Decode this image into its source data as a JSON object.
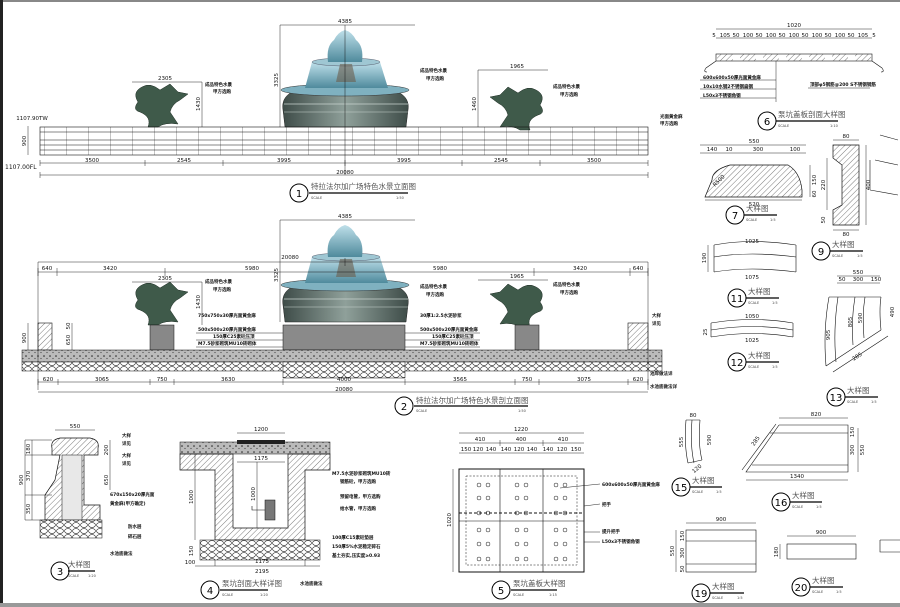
{
  "colors": {
    "water": "#6fa7b8",
    "stone": "#6d7d78",
    "fish": "#3f5a4a",
    "line": "#111111"
  },
  "elevation": {
    "title": "特拉法尔加广场特色水景立面图",
    "number": "1",
    "scale_label": "SCALE",
    "scale": "1:50",
    "dims_bottom": [
      "3500",
      "2545",
      "3995",
      "3995",
      "2545",
      "3500"
    ],
    "total": "20080",
    "fountain_width": "4385",
    "fountain_height": "3325",
    "fish_left_width": "2305",
    "fish_left_height": "1430",
    "fish_right_width": "1965",
    "fish_right_height": "1460",
    "level_top": "1107.90TW",
    "level_floor": "1107.00FL",
    "wall_height": "900",
    "callout_1": "成品特色水景",
    "callout_2": "甲方选购",
    "edge_note_1": "光面黄金麻",
    "edge_note_2": "甲方选购"
  },
  "section": {
    "title": "特拉法尔加广场特色水景剖立面图",
    "number": "2",
    "scale_label": "SCALE",
    "scale": "1:50",
    "dims_top": [
      "640",
      "3420",
      "5980",
      "5980",
      "3420",
      "640"
    ],
    "total_top": "20080",
    "fountain_width": "4385",
    "fountain_height": "3325",
    "fish_width": "2305",
    "fish_height": "1430",
    "fish_right_width": "1965",
    "wall_height": "900",
    "pier_height": "650",
    "pier_top": "50",
    "dims_bottom": [
      "620",
      "3065",
      "750",
      "3630",
      "4000",
      "3565",
      "750",
      "3075",
      "620"
    ],
    "total_bottom": "20080",
    "notes_left": [
      "750x750x30厚光面黄金麻",
      "500x500x20厚光面黄金麻",
      "150厚C25素砼压顶",
      "M7.5砂浆砌筑MU10砖砌体"
    ],
    "notes_right": [
      "30厚1:2.5水泥砂浆",
      "500x500x20厚光面黄金麻",
      "150厚C25素砼压顶",
      "M7.5砂浆砌筑MU10砖砌体"
    ],
    "callout_1": "成品特色水景",
    "callout_2": "甲方选购",
    "ref_1": "大样",
    "ref_2": "详见",
    "floor_note_1": "池岸做法详",
    "floor_note_2": "水池底做法详"
  },
  "detail3": {
    "title": "大样图",
    "number": "3",
    "scale_label": "SCALE",
    "scale": "1:20",
    "dims": [
      "550",
      "180",
      "370",
      "350",
      "900",
      "200",
      "650"
    ],
    "notes": [
      "670x150x20厚光面",
      "黄金麻(甲方确定)",
      "防水层",
      "碎石层",
      "水池底做法"
    ],
    "ref": "大样",
    "ref2": "详见"
  },
  "detail4": {
    "title": "泵坑剖面大样详图",
    "number": "4",
    "scale_label": "SCALE",
    "scale": "1:20",
    "dims": [
      "1200",
      "1175",
      "1000",
      "1000",
      "150",
      "100",
      "2195",
      "1175"
    ],
    "notes": [
      "M7.5水泥砂浆砌筑MU10砖",
      "钢筋砼，甲方选购",
      "预留电管，甲方选购",
      "给水管，甲方选购",
      "100厚C15素砼垫层",
      "150厚5%水泥稳定碎石",
      "基土夯实,压实度≥0.93",
      "水池底做法"
    ]
  },
  "detail5": {
    "title": "泵坑盖板大样图",
    "number": "5",
    "scale_label": "SCALE",
    "scale": "1:15",
    "dims": [
      "1220",
      "410",
      "400",
      "410",
      "150",
      "120",
      "140",
      "140",
      "120",
      "140",
      "140",
      "120",
      "150",
      "1020"
    ],
    "notes": [
      "600x600x50厚光面黄金麻",
      "把手",
      "提升把手",
      "L50x3不锈钢角钢"
    ]
  },
  "detail6": {
    "title": "泵坑盖板剖面大样图",
    "number": "6",
    "scale_label": "SCALE",
    "scale": "1:10",
    "dims": [
      "1020",
      "5",
      "105",
      "50",
      "100",
      "50",
      "100",
      "50",
      "100",
      "50",
      "100",
      "50",
      "100",
      "50",
      "105",
      "5"
    ],
    "notes": [
      "600x600x50厚光面黄金麻",
      "10x10水钢2不锈钢扁钢",
      "L50x3不锈钢角钢",
      "顶部φ5钢筋@200 S不锈钢钢筋"
    ]
  },
  "detail7": {
    "title": "大样图",
    "number": "7",
    "scale_label": "SCALE",
    "scale": "1:5",
    "dims": [
      "550",
      "140",
      "10",
      "300",
      "100",
      "520",
      "150",
      "60",
      "R500"
    ]
  },
  "detail9": {
    "title": "大样图",
    "number": "9",
    "scale_label": "SCALE",
    "scale": "1:5",
    "dims": [
      "80",
      "220",
      "400",
      "80",
      "50"
    ]
  },
  "detail11": {
    "title": "大样图",
    "number": "11",
    "scale_label": "SCALE",
    "scale": "1:5",
    "dims": [
      "1025",
      "1075",
      "190"
    ]
  },
  "detail12": {
    "title": "大样图",
    "number": "12",
    "scale_label": "SCALE",
    "scale": "1:5",
    "dims": [
      "1050",
      "1025",
      "25"
    ]
  },
  "detail13": {
    "title": "大样图",
    "number": "13",
    "scale_label": "SCALE",
    "scale": "1:5",
    "dims": [
      "550",
      "50",
      "300",
      "150",
      "905",
      "805",
      "590",
      "285",
      "490"
    ]
  },
  "detail15": {
    "title": "大样图",
    "number": "15",
    "scale_label": "SCALE",
    "scale": "1:5",
    "dims": [
      "80",
      "555",
      "590",
      "120"
    ]
  },
  "detail16": {
    "title": "大样图",
    "number": "16",
    "scale_label": "SCALE",
    "scale": "1:5",
    "dims": [
      "820",
      "285",
      "1340",
      "150",
      "300",
      "550"
    ]
  },
  "detail19": {
    "title": "大样图",
    "number": "19",
    "scale_label": "SCALE",
    "scale": "1:5",
    "dims": [
      "900",
      "150",
      "300",
      "50",
      "550"
    ]
  },
  "detail20": {
    "title": "大样图",
    "number": "20",
    "scale_label": "SCALE",
    "scale": "1:5",
    "dims": [
      "900",
      "180"
    ]
  }
}
